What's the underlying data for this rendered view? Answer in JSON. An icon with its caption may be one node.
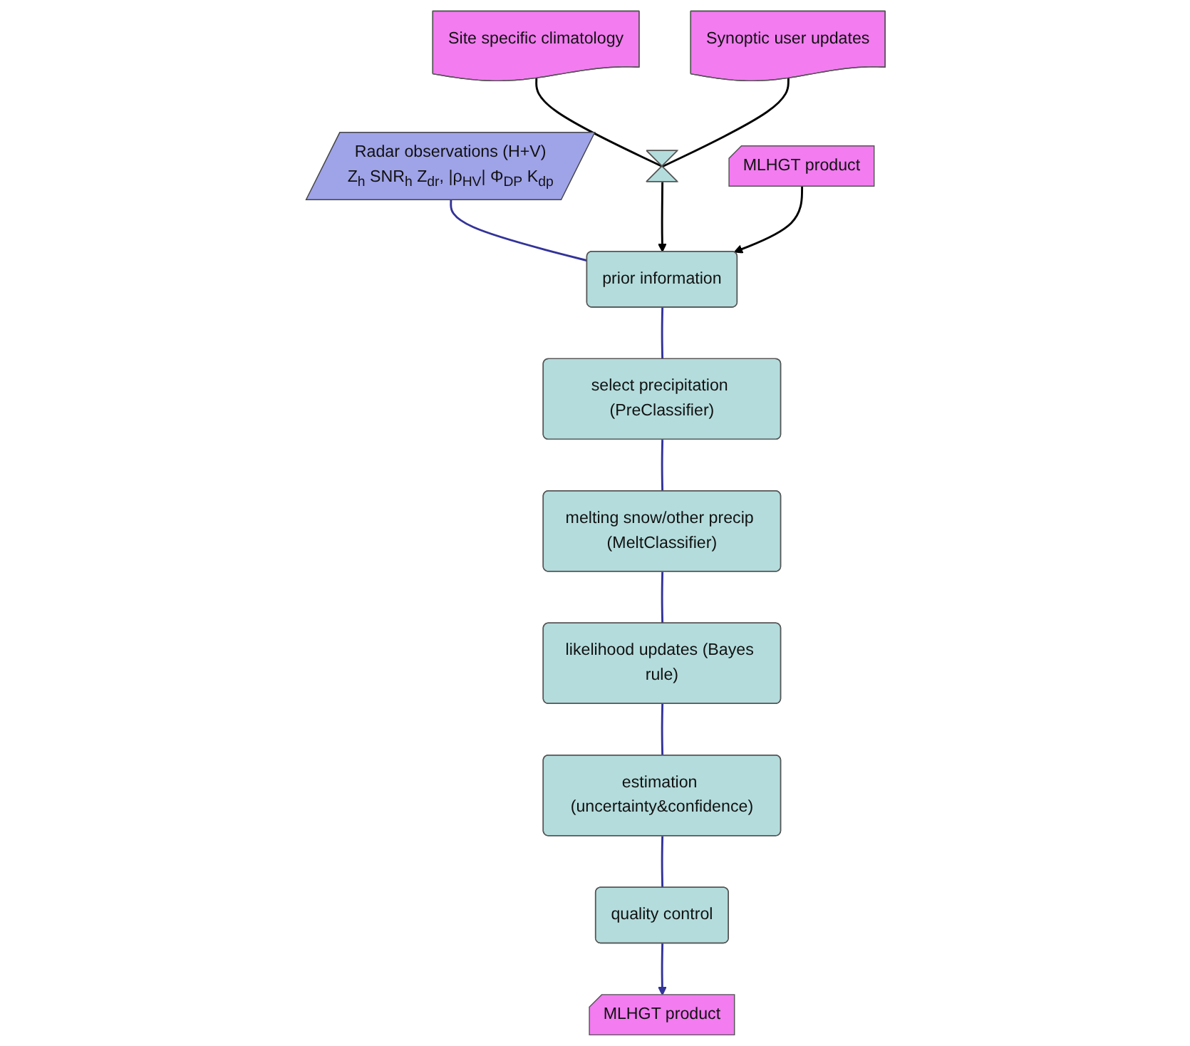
{
  "diagram": {
    "nodes": [
      {
        "text": [
          "Radar observations (H+V)",
          "Z$_{h}$ SNR$_{h}$ Z$_{dr}$, |ρ$_{HV}$| Φ$_{DP}$ K$_{dp}$"
        ]
      },
      {
        "text": [
          "Site specific climatology"
        ]
      },
      {
        "text": [],
        "shape": "hourglass"
      },
      {
        "text": [
          "Synoptic user updates"
        ]
      },
      {
        "text": [
          "prior information"
        ]
      },
      {
        "text": [
          "MLHGT product"
        ]
      },
      {
        "text": [
          "select precipitation (PreClassifier)"
        ]
      },
      {
        "text": [
          "melting snow/other precip (MeltClassifier)"
        ]
      },
      {
        "text": [
          "likelihood updates (Bayes rule)"
        ]
      },
      {
        "text": [
          "estimation (uncertainty&confidence)"
        ]
      },
      {
        "text": [
          "quality control"
        ]
      },
      {
        "text": [
          "MLHGT product"
        ]
      }
    ],
    "edges": [
      {
        "from": 0,
        "to": 4,
        "arrow": "none"
      },
      {
        "from": 1,
        "to": 2,
        "arrow": "none",
        "color": "#000000"
      },
      {
        "from": 3,
        "to": 2,
        "arrow": "none",
        "color": "#000000"
      },
      {
        "from": 2,
        "to": 4,
        "arrow": "to",
        "color": "#000000"
      },
      {
        "from": 5,
        "to": 4,
        "arrow": "to",
        "color": "#000000"
      },
      {
        "from": 4,
        "to": 6,
        "arrow": "none"
      },
      {
        "from": 6,
        "to": 7,
        "arrow": "none"
      },
      {
        "from": 7,
        "to": 8,
        "arrow": "none"
      },
      {
        "from": 8,
        "to": 9,
        "arrow": "none"
      },
      {
        "from": 9,
        "to": 10,
        "arrow": "none"
      },
      {
        "from": 10,
        "to": 11,
        "arrow": "to"
      }
    ]
  }
}
